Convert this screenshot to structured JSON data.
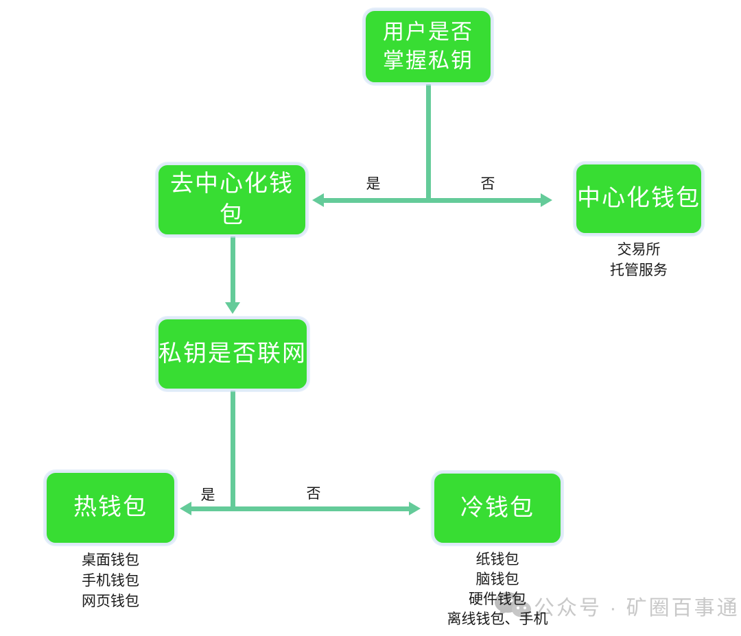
{
  "flowchart": {
    "nodes": {
      "root": {
        "label": "用户是否\n掌握私钥"
      },
      "decentralized": {
        "label": "去中心化钱包"
      },
      "centralized": {
        "label": "中心化钱包",
        "annotations": [
          "交易所",
          "托管服务"
        ]
      },
      "key_online": {
        "label": "私钥是否联网"
      },
      "hot": {
        "label": "热钱包",
        "annotations": [
          "桌面钱包",
          "手机钱包",
          "网页钱包"
        ]
      },
      "cold": {
        "label": "冷钱包",
        "annotations": [
          "纸钱包",
          "脑钱包",
          "硬件钱包",
          "离线钱包、手机"
        ]
      }
    },
    "edges": {
      "owns_key_branch": {
        "yes_label": "是",
        "no_label": "否"
      },
      "key_online_branch": {
        "yes_label": "是",
        "no_label": "否"
      }
    },
    "watermark": {
      "text": "公众号 · 矿圈百事通",
      "icon": "wechat-bubbles-icon"
    },
    "colors": {
      "node_fill": "#38dd33",
      "node_border": "#dde9f7",
      "node_text": "#ffffff",
      "connector": "#64cb99",
      "edge_label_text": "#1a1a1a",
      "annotation_text": "#1a1a1a",
      "watermark_text": "#c8c8c8",
      "background": "#ffffff"
    }
  }
}
